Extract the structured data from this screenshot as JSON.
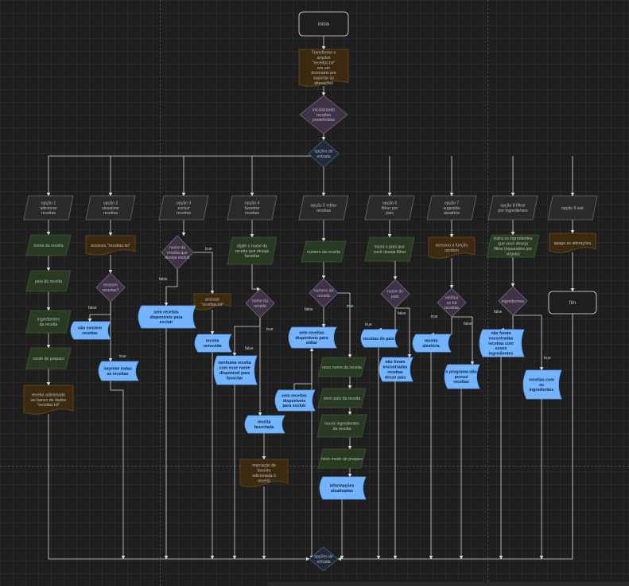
{
  "colors": {
    "background": "#1e1e1e",
    "line": "#d9d9d9",
    "process_fill": "#283b22",
    "process_stroke": "#3c5a33",
    "doc_fill": "#3b2a0f",
    "doc_stroke": "#6b4e1c",
    "decision_fill": "#403247",
    "decision_stroke": "#7a6a84",
    "io_fill": "#2a2a2a",
    "io_stroke": "#6a6a6a",
    "blue_fill": "#74b4ff",
    "hub_fill": "#1f2b3d",
    "hub_stroke": "#51657f",
    "text_light": "#bdbdbd",
    "text_dark": "#0d2240"
  },
  "nodes": [
    {
      "id": "inicio",
      "type": "terminal",
      "text": "início"
    },
    {
      "id": "transforme",
      "type": "doc",
      "text": "Transforme o arquivo \"receitas.txt\" em um dicionário pra suportar as alterações"
    },
    {
      "id": "inicializando",
      "type": "decision",
      "text": "inicializando receitas predefinidas"
    },
    {
      "id": "hub_top",
      "type": "hub",
      "text": "opções de entrada"
    },
    {
      "id": "op1",
      "type": "io",
      "text": "opção 1 adicionar receitas"
    },
    {
      "id": "op2",
      "type": "io",
      "text": "opção 2 visualizar receitas"
    },
    {
      "id": "op3",
      "type": "io",
      "text": "opção 3 excluir receitas"
    },
    {
      "id": "op4",
      "type": "io",
      "text": "opção 4 favoritar receitas"
    },
    {
      "id": "op5",
      "type": "io",
      "text": "opção 5 editar receitas"
    },
    {
      "id": "op6",
      "type": "io",
      "text": "opção 6 filtrar por país"
    },
    {
      "id": "op7",
      "type": "io",
      "text": "opção 7 sugestão aleatória"
    },
    {
      "id": "op8",
      "type": "io",
      "text": "opção 8 filtrar por ingredientes"
    },
    {
      "id": "op9",
      "type": "io",
      "text": "opção 9 sair"
    },
    {
      "id": "c1_nome",
      "type": "process",
      "text": "nome da receita"
    },
    {
      "id": "c1_pais",
      "type": "process",
      "text": "país da receita"
    },
    {
      "id": "c1_ingred",
      "type": "process",
      "text": "ingredientes da receita"
    },
    {
      "id": "c1_modo",
      "type": "process",
      "text": "modo de preparo"
    },
    {
      "id": "c1_add",
      "type": "doc",
      "text": "receita adicionada ao banco de dados \"receitas.txt\""
    },
    {
      "id": "c2_acessou",
      "type": "doc",
      "text": "acessou \"receitas.txt\""
    },
    {
      "id": "c2_existem",
      "type": "decision",
      "text": "existem receitas?"
    },
    {
      "id": "c2_nao",
      "type": "blue",
      "text": "não existem receitas"
    },
    {
      "id": "c2_imprime",
      "type": "blue",
      "text": "imprime todas as receitas"
    },
    {
      "id": "c3_nome",
      "type": "decision",
      "text": "nome da receita que deseja excluir"
    },
    {
      "id": "c3_acessar",
      "type": "doc",
      "text": "acessar \"receitas.txt\""
    },
    {
      "id": "c3_sem",
      "type": "blue",
      "text": "sem receitas disponíveis para excluir"
    },
    {
      "id": "c3_removida",
      "type": "blue",
      "text": "receita removida"
    },
    {
      "id": "c4_digite",
      "type": "process",
      "text": "digite o nome da receita que deseja favoritar"
    },
    {
      "id": "c4_nome",
      "type": "decision",
      "text": "nome da receita"
    },
    {
      "id": "c4_nenhuma",
      "type": "blue",
      "text": "nenhuma receita com esse nome disponível para favoritar"
    },
    {
      "id": "c4_favoritada",
      "type": "blue",
      "text": "receita favoritada"
    },
    {
      "id": "c4_marcacao",
      "type": "doc",
      "text": "marcação de favorito adicionada à receita"
    },
    {
      "id": "c5_numero",
      "type": "process",
      "text": "número da receita"
    },
    {
      "id": "c5_dec",
      "type": "decision",
      "text": "número da receita"
    },
    {
      "id": "c5_sem_editar",
      "type": "blue",
      "text": "sem receitas disponíveis para editar"
    },
    {
      "id": "c5_sem_excluir",
      "type": "blue",
      "text": "sem receitas disponíveis para excluir"
    },
    {
      "id": "c5_novo_nome",
      "type": "process",
      "text": "novo nome da receita"
    },
    {
      "id": "c5_novo_pais",
      "type": "process",
      "text": "novo país da receita"
    },
    {
      "id": "c5_novos_ingred",
      "type": "process",
      "text": "novos ingredientes da receita"
    },
    {
      "id": "c5_novo_modo",
      "type": "process",
      "text": "novo modo de preparo"
    },
    {
      "id": "c5_info",
      "type": "blue",
      "text": "informações atualizadas"
    },
    {
      "id": "c6_insira",
      "type": "process",
      "text": "insira o país que você deseja filtrar"
    },
    {
      "id": "c6_dec",
      "type": "decision",
      "text": "nome do país"
    },
    {
      "id": "c6_receitas",
      "type": "blue",
      "text": "receitas do país"
    },
    {
      "id": "c6_nao",
      "type": "blue",
      "text": "não foram encontradas receitas desse país"
    },
    {
      "id": "c7_acessou",
      "type": "doc",
      "text": "acessou a função random"
    },
    {
      "id": "c7_dec",
      "type": "decision",
      "text": "verifica se há receitas"
    },
    {
      "id": "c7_aleatoria",
      "type": "blue",
      "text": "receita aleatória"
    },
    {
      "id": "c7_nao",
      "type": "blue",
      "text": "o programa não possui receitas"
    },
    {
      "id": "c8_insira",
      "type": "process",
      "text": "insira os ingredientes que você deseja filtrar (separados por vírgula)"
    },
    {
      "id": "c8_dec",
      "type": "decision",
      "text": "ingredientes"
    },
    {
      "id": "c8_nao",
      "type": "blue",
      "text": "não foram encontradas receitas com esses ingredientes"
    },
    {
      "id": "c8_com",
      "type": "blue",
      "text": "receitas com os ingredientes"
    },
    {
      "id": "c9_apaga",
      "type": "doc",
      "text": "apaga as alterações"
    },
    {
      "id": "c9_fim",
      "type": "terminal",
      "text": "fim"
    },
    {
      "id": "hub_bottom",
      "type": "hub",
      "text": "opções de entrada"
    }
  ],
  "edge_labels": [
    {
      "id": "l_c2_false",
      "text": "false"
    },
    {
      "id": "l_c2_true",
      "text": "true"
    },
    {
      "id": "l_c3_true",
      "text": "true"
    },
    {
      "id": "l_c3_false",
      "text": "false"
    },
    {
      "id": "l_c4_true",
      "text": "true"
    },
    {
      "id": "l_c4_false",
      "text": "false"
    },
    {
      "id": "l_c5_false",
      "text": "false"
    },
    {
      "id": "l_c5_true",
      "text": "true"
    },
    {
      "id": "l_c6_true",
      "text": "true"
    },
    {
      "id": "l_c6_false",
      "text": "false"
    },
    {
      "id": "l_c7_true",
      "text": "true"
    },
    {
      "id": "l_c7_false",
      "text": "false"
    },
    {
      "id": "l_c8_false",
      "text": "false"
    },
    {
      "id": "l_c8_true",
      "text": "true"
    }
  ]
}
